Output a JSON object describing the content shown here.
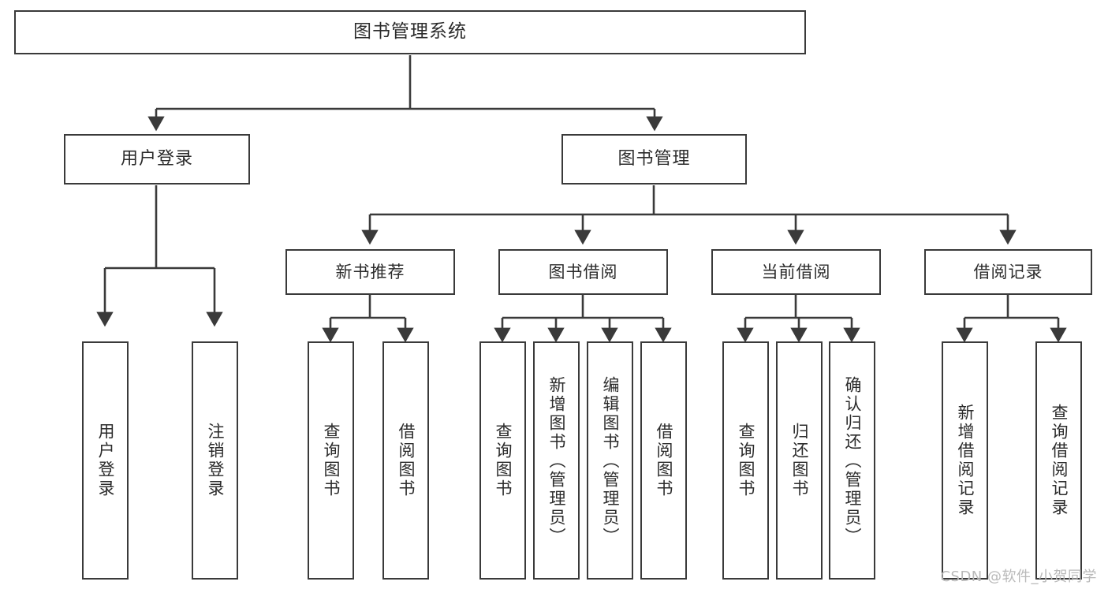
{
  "diagram": {
    "title": "图书管理系统",
    "type": "tree",
    "watermark": "CSDN @软件_小贺同学",
    "colors": {
      "box_border": "#3a3a3a",
      "box_fill": "#ffffff",
      "connector": "#3a3a3a",
      "text": "#2b2b2b",
      "watermark": "#b9b9b9"
    },
    "root": {
      "label": "图书管理系统"
    },
    "level2": [
      {
        "label": "用户登录"
      },
      {
        "label": "图书管理"
      }
    ],
    "level3": [
      {
        "label": "新书推荐"
      },
      {
        "label": "图书借阅"
      },
      {
        "label": "当前借阅"
      },
      {
        "label": "借阅记录"
      }
    ],
    "leaves": {
      "user_login": [
        {
          "label": "用户登录"
        },
        {
          "label": "注销登录"
        }
      ],
      "new_book_recommend": [
        {
          "label": "查询图书"
        },
        {
          "label": "借阅图书"
        }
      ],
      "book_borrow": [
        {
          "label": "查询图书"
        },
        {
          "label": "新增图书（管理员）"
        },
        {
          "label": "编辑图书（管理员）"
        },
        {
          "label": "借阅图书"
        }
      ],
      "current_borrow": [
        {
          "label": "查询图书"
        },
        {
          "label": "归还图书"
        },
        {
          "label": "确认归还（管理员）"
        }
      ],
      "borrow_record": [
        {
          "label": "新增借阅记录"
        },
        {
          "label": "查询借阅记录"
        }
      ]
    }
  }
}
